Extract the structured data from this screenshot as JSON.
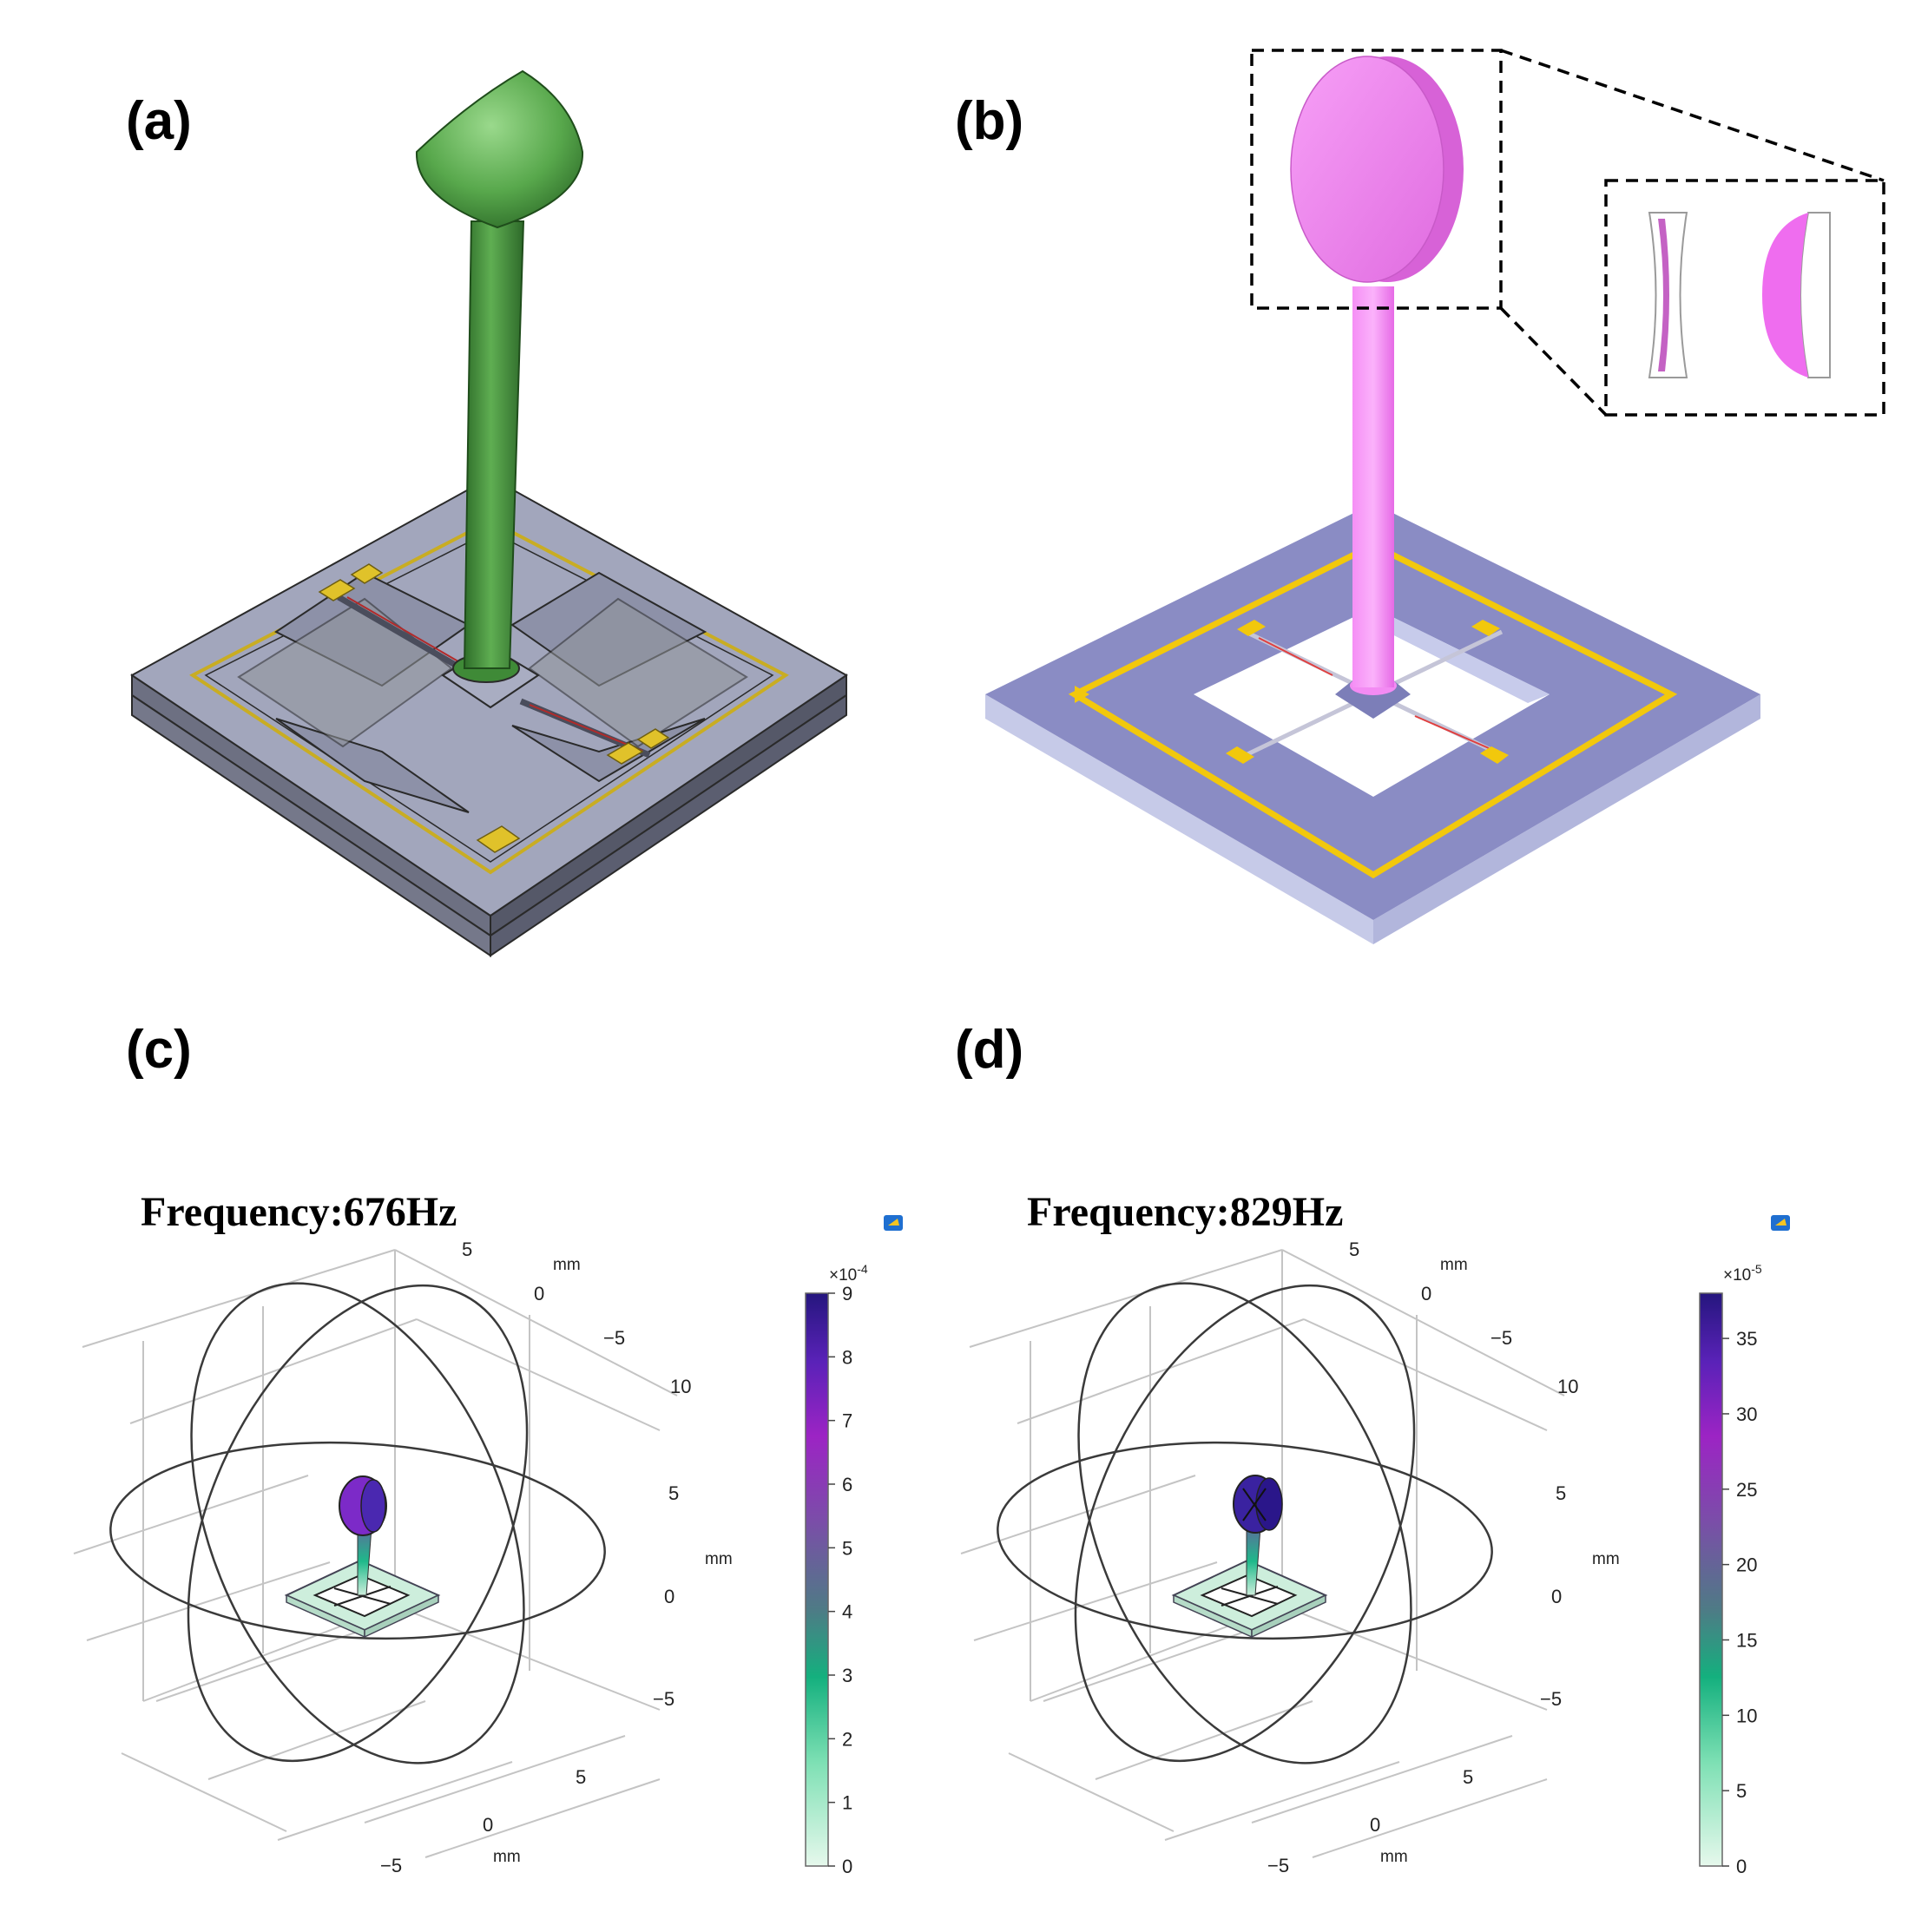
{
  "panels": {
    "a": {
      "label": "(a)"
    },
    "b": {
      "label": "(b)"
    },
    "c": {
      "label": "(c)",
      "frequency": "Frequency:676Hz",
      "axes": {
        "y_ticks": [
          "5",
          "0",
          "−5"
        ],
        "y_unit": "mm",
        "z_ticks": [
          "10",
          "5",
          "0",
          "−5"
        ],
        "z_unit": "mm",
        "x_ticks": [
          "5",
          "0",
          "−5"
        ],
        "x_unit": "mm"
      },
      "colorbar": {
        "multiplier_base": "×10",
        "multiplier_exp": "-4",
        "ticks": [
          "9",
          "8",
          "7",
          "6",
          "5",
          "4",
          "3",
          "2",
          "1",
          "0"
        ],
        "range": [
          0,
          9
        ]
      }
    },
    "d": {
      "label": "(d)",
      "frequency": "Frequency:829Hz",
      "axes": {
        "y_ticks": [
          "5",
          "0",
          "−5"
        ],
        "y_unit": "mm",
        "z_ticks": [
          "10",
          "5",
          "0",
          "−5"
        ],
        "z_unit": "mm",
        "x_ticks": [
          "5",
          "0",
          "−5"
        ],
        "x_unit": "mm"
      },
      "colorbar": {
        "multiplier_base": "×10",
        "multiplier_exp": "-5",
        "ticks": [
          "35",
          "30",
          "25",
          "20",
          "15",
          "10",
          "5",
          "0"
        ],
        "range": [
          0,
          38
        ]
      }
    }
  },
  "colors": {
    "green_cilium": "#4e9a44",
    "pink_cilium": "#f47ef4",
    "substrate_gray": "#9ea2b8",
    "substrate_purple": "#8a8cc4",
    "gold_electrode": "#e0c22a",
    "colormap": [
      "#d9f5e4",
      "#32c49a",
      "#5c7c92",
      "#8a2cc0",
      "#2a1a8c"
    ]
  },
  "icons": [
    "camera-icon"
  ]
}
